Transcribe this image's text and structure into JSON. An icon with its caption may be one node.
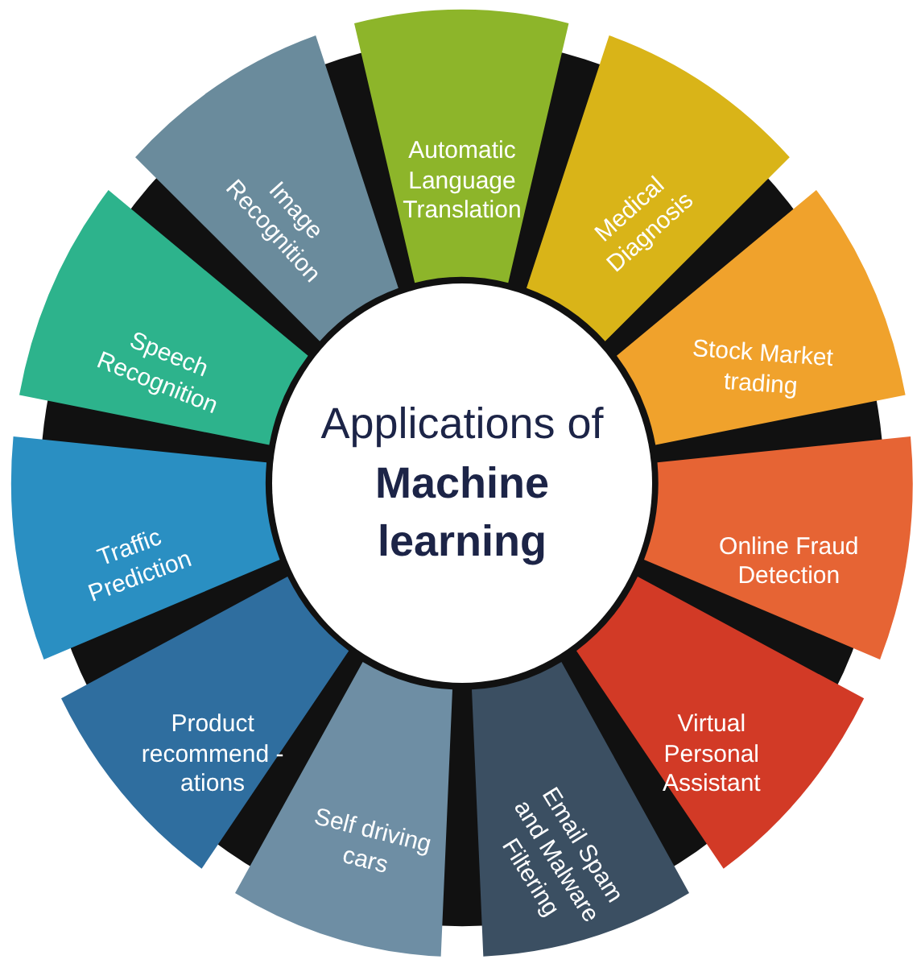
{
  "diagram": {
    "nodes": [
      {
        "text": [
          "Applications of **Machine learning**"
        ]
      },
      {
        "text": [
          "Automatic Language Translation"
        ]
      },
      {
        "text": [
          "Medical Diagnosis"
        ]
      },
      {
        "text": [
          "Stock Market trading"
        ]
      },
      {
        "text": [
          "Online Fraud Detection"
        ]
      },
      {
        "text": [
          "Virtual Personal Assistant"
        ]
      },
      {
        "text": [
          "Email Spam and Malware Filtering"
        ]
      },
      {
        "text": [
          "Self driving cars"
        ]
      },
      {
        "text": [
          "Product recommend -ations"
        ]
      },
      {
        "text": [
          "Traffic Prediction"
        ]
      },
      {
        "text": [
          "Speech Recognition"
        ]
      },
      {
        "text": [
          "Image Recognition"
        ]
      }
    ]
  }
}
